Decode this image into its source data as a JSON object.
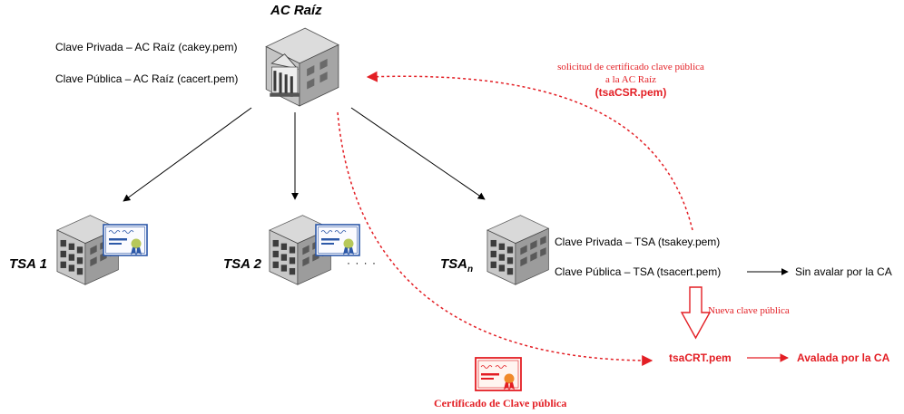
{
  "colors": {
    "arrow_black": "#000000",
    "arrow_red": "#e31e24",
    "building_dark": "#3d3d3d"
  },
  "icons": [
    "building-icon",
    "bank-building-icon",
    "certificate-icon",
    "hollow-down-arrow-icon"
  ],
  "root": {
    "title": "AC Raíz",
    "private_key": "Clave Privada – AC Raíz (cakey.pem)",
    "public_key": "Clave Pública – AC Raíz (cacert.pem)"
  },
  "tsas": [
    {
      "label": "TSA 1"
    },
    {
      "label": "TSA 2"
    },
    {
      "label": "TSA",
      "subscript": "n"
    }
  ],
  "ellipsis": "· · · ·",
  "tsa_n": {
    "private_key": "Clave Privada – TSA (tsakey.pem)",
    "public_key": "Clave Pública – TSA (tsacert.pem)",
    "unendorsed": "Sin avalar por la CA",
    "new_public_key": "Nueva clave pública",
    "crt_file": "tsaCRT.pem",
    "endorsed": "Avalada por la CA"
  },
  "request": {
    "line1": "solicitud de certificado clave pública",
    "line2": "a la AC Raíz",
    "file": "(tsaCSR.pem)"
  },
  "certificate": {
    "caption": "Certificado de Clave pública"
  }
}
